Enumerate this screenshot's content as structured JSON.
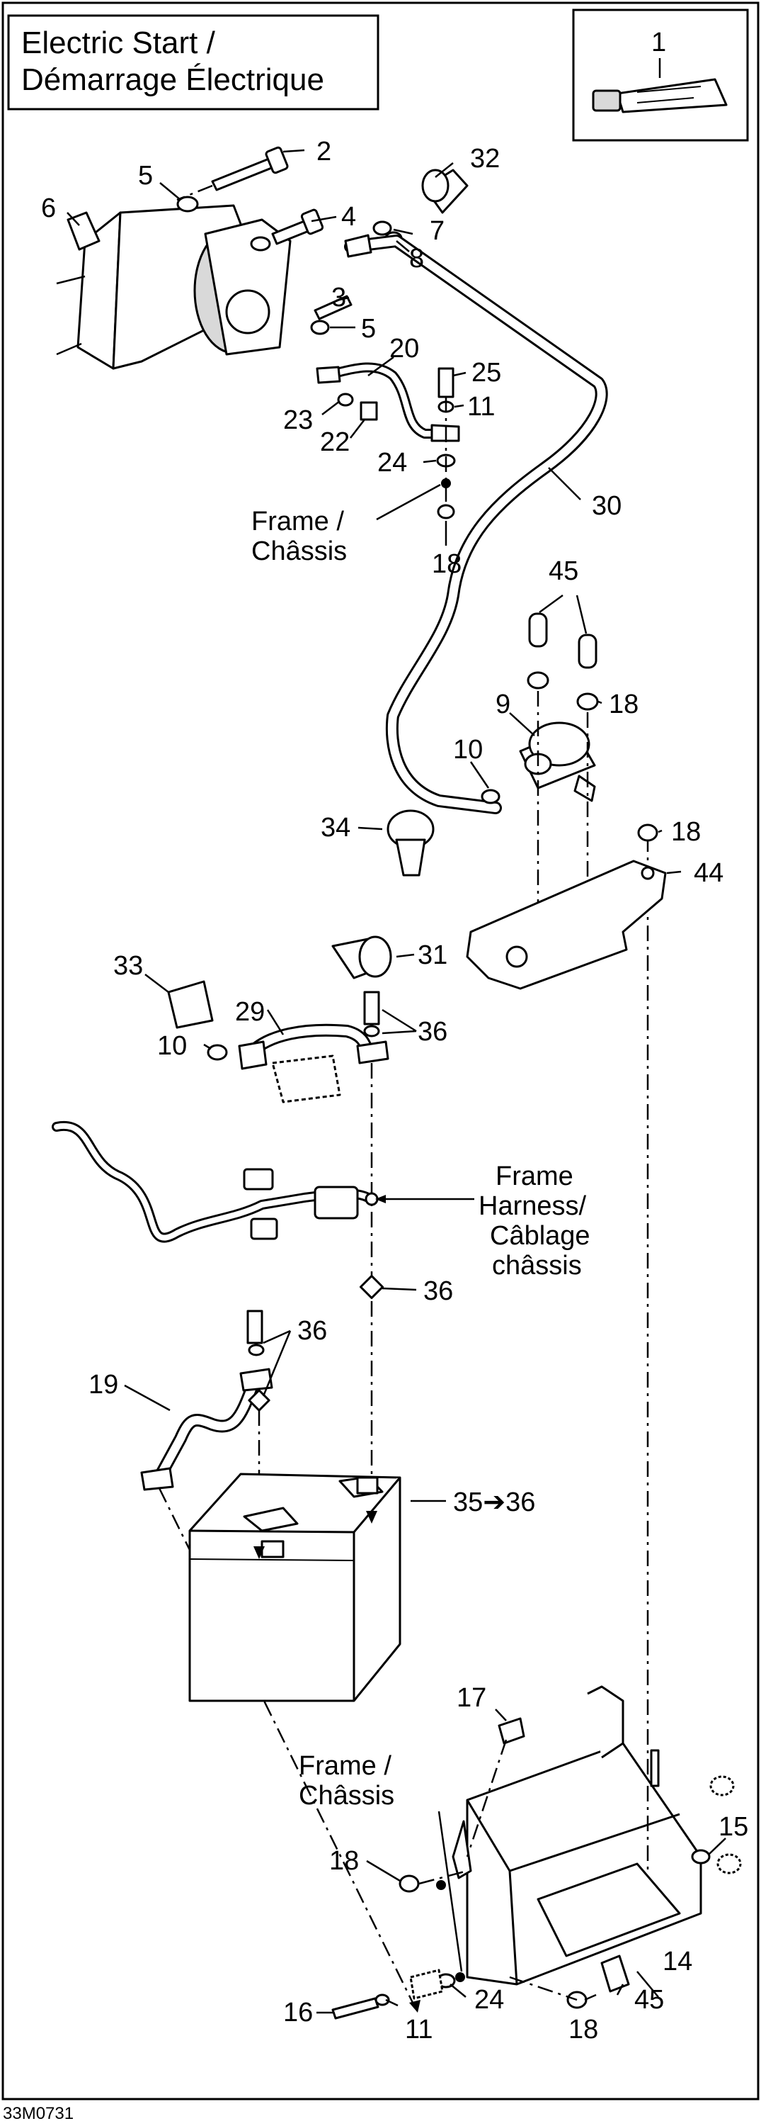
{
  "title": {
    "line1": "Electric Start /",
    "line2": "Démarrage Électrique"
  },
  "inset": {
    "callout": "1",
    "part": "sealant-tube-icon"
  },
  "callouts": {
    "c2": "2",
    "c3": "3",
    "c4": "4",
    "c5a": "5",
    "c5b": "5",
    "c6": "6",
    "c7": "7",
    "c8": "8",
    "c9": "9",
    "c10a": "10",
    "c10b": "10",
    "c11a": "11",
    "c11b": "11",
    "c14": "14",
    "c15": "15",
    "c16": "16",
    "c17": "17",
    "c18a": "18",
    "c18b": "18",
    "c18c": "18",
    "c18d": "18",
    "c18e": "18",
    "c19": "19",
    "c20": "20",
    "c22": "22",
    "c23": "23",
    "c24a": "24",
    "c24b": "24",
    "c25": "25",
    "c29": "29",
    "c30": "30",
    "c31": "31",
    "c32": "32",
    "c33": "33",
    "c34": "34",
    "c35": "35➔36",
    "c36a": "36",
    "c36b": "36",
    "c36c": "36",
    "c44": "44",
    "c45a": "45",
    "c45b": "45"
  },
  "labels": {
    "frame1_l1": "Frame /",
    "frame1_l2": "Châssis",
    "harness_l1": "Frame",
    "harness_l2": "Harness/",
    "harness_l3": "Câblage",
    "harness_l4": "châssis",
    "frame2_l1": "Frame /",
    "frame2_l2": "Châssis"
  },
  "figure_code": "33M0731"
}
